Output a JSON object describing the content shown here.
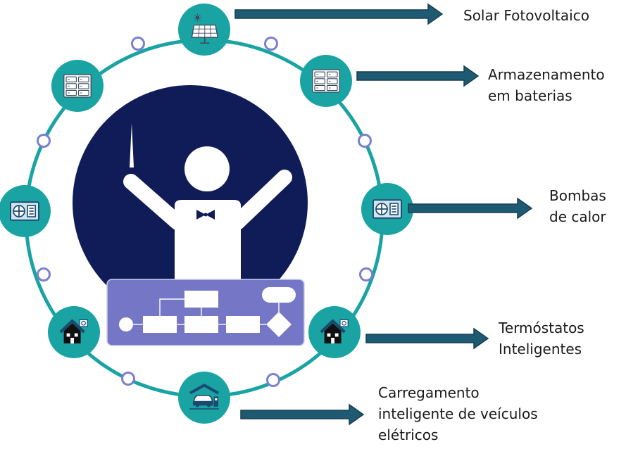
{
  "colors": {
    "ring": "#1aa3a3",
    "node_fill": "#1aa3a3",
    "connector_fill": "#ffffff",
    "connector_stroke": "#7b7fcf",
    "navy": "#0f1c57",
    "arrow": "#1e5b73",
    "flow_panel": "#7577c6",
    "flow_panel_border": "#ccd0f0",
    "figure": "#ffffff"
  },
  "nodes": [
    {
      "id": "solar",
      "icon": "solar-panel-icon"
    },
    {
      "id": "battery-right",
      "icon": "battery-rack-icon"
    },
    {
      "id": "heatpump-right",
      "icon": "heat-pump-icon"
    },
    {
      "id": "thermostat-right",
      "icon": "smart-home-icon"
    },
    {
      "id": "ev",
      "icon": "ev-charging-icon"
    },
    {
      "id": "thermostat-left",
      "icon": "smart-home-icon"
    },
    {
      "id": "heatpump-left",
      "icon": "heat-pump-icon"
    },
    {
      "id": "battery-left",
      "icon": "battery-rack-icon"
    }
  ],
  "labels": {
    "solar": {
      "line1": "Solar Fotovoltaico"
    },
    "battery": {
      "line1": "Armazenamento",
      "line2": "em baterias"
    },
    "heatpump": {
      "line1": "Bombas",
      "line2": "de calor"
    },
    "thermostat": {
      "line1": "Termóstatos",
      "line2": "Inteligentes"
    },
    "ev": {
      "line1": "Carregamento",
      "line2": "inteligente de veículos",
      "line3": "elétricos"
    }
  }
}
